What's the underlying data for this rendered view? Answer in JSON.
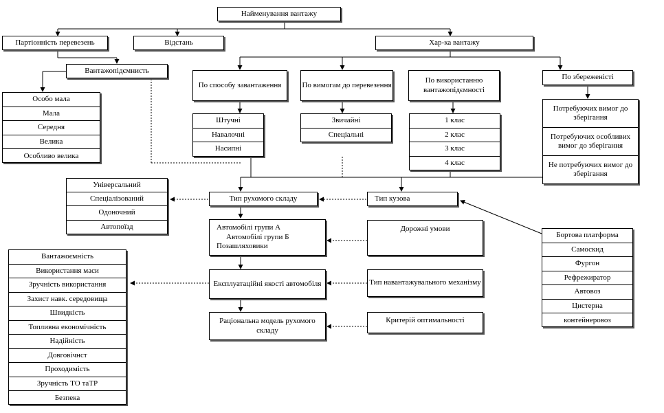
{
  "top": {
    "title": "Найменування вантажу"
  },
  "level1": {
    "batch": "Партіонність перевезень",
    "distance": "Відстань",
    "cargo_char": "Хар-ка вантажу"
  },
  "capacity": {
    "title": "Вантажопідємнисть",
    "items": [
      "Особо мала",
      "Мала",
      "Середня",
      "Велика",
      "Особливо велика"
    ]
  },
  "categories": {
    "loading": "По способу завантаження",
    "requirements": "По вимогам до перевезення",
    "usage": "По використанню вантажопідємності",
    "preservation": "По збереженісті"
  },
  "loading_items": [
    "Штучні",
    "Навалочні",
    "Насипні"
  ],
  "requirement_items": [
    "Звичайні",
    "Спеціальні"
  ],
  "class_items": [
    "1 клас",
    "2 клас",
    "3 клас",
    "4 клас"
  ],
  "preservation_items": [
    "Потребуючих вимог до зберігання",
    "Потребуючих особливих вимог до зберігання",
    "Не потребуючих вимог до зберігання"
  ],
  "rolling_stock": {
    "title": "Тип рухомого складу",
    "types": [
      "Універсальний",
      "Спеціалізований",
      "Одоночний",
      "Автопоїзд"
    ]
  },
  "body_type": {
    "title": "Тип кузова",
    "items": [
      "Бортова платформа",
      "Самоскид",
      "Фургон",
      "Рефрежиратор",
      "Автовоз",
      "Цистерна",
      "контейнеровоз"
    ]
  },
  "groups": {
    "line1": "Автомобілі групи А",
    "line2": "Автомобілі групи Б",
    "line3": "Позашляховики"
  },
  "road": "Дорожні умови",
  "exploitation": {
    "title": "Експлуатаційні якості автомобіля",
    "items": [
      "Вантажоємність",
      "Використання маси",
      "Зручність використання",
      "Захист навк. середовища",
      "Швидкість",
      "Топливна економічність",
      "Надійність",
      "Довговічнст",
      "Проходимість",
      "Зручність ТО таТР",
      "Безпека"
    ]
  },
  "loader": "Тип навантажувального механізму",
  "model": "Раціональна модель рухомого складу",
  "criterion": "Критерій оптимальності"
}
